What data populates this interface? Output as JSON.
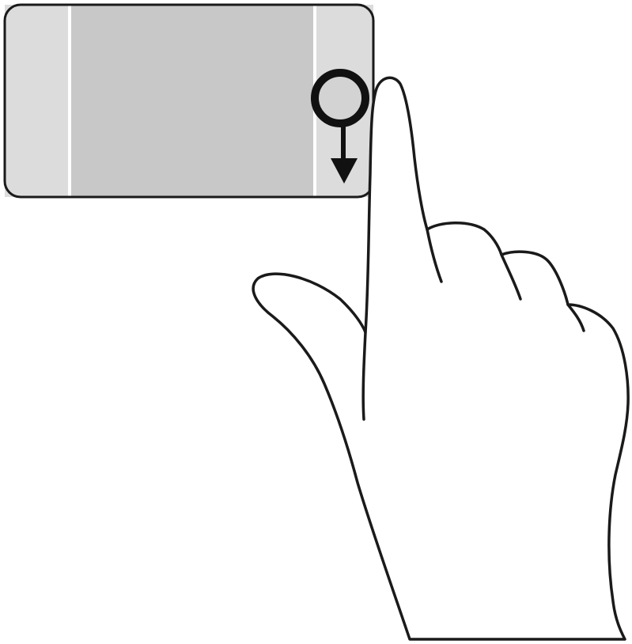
{
  "figure": {
    "gesture": "swipe-down-from-right-edge",
    "icons": [
      "touchpad",
      "touch-point",
      "down-arrow",
      "hand-pointer"
    ],
    "colors": {
      "background": "#ffffff",
      "outline": "#1a1a1a",
      "zone_left": "#dcdcdc",
      "zone_center": "#c8c8c8",
      "zone_right": "#dcdcdc",
      "divider": "#ffffff",
      "touch_fill": "#d3d3d3",
      "hand_fill": "#ffffff"
    }
  }
}
